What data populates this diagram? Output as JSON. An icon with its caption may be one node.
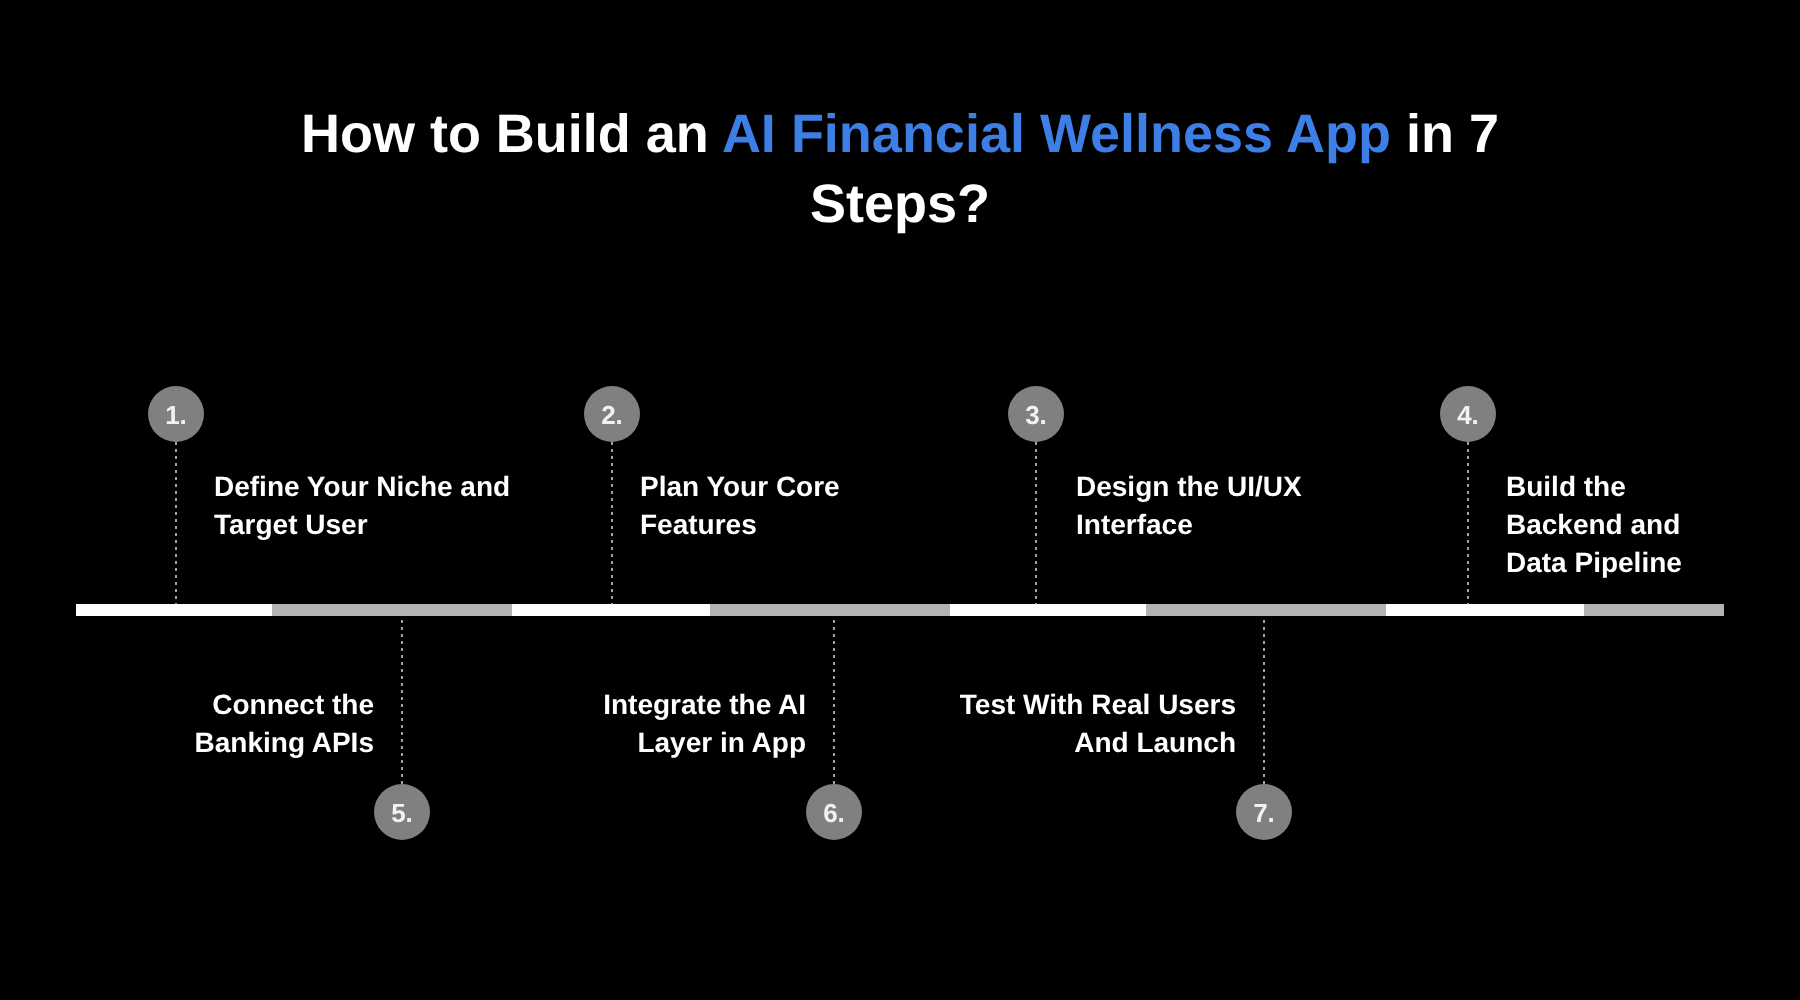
{
  "diagram": {
    "title": "How to Build an **AI Financial Wellness App** in 7 Steps?",
    "nodes": [
      {
        "text": [
          "1."
        ],
        "beside": [
          "Define Your Niche and Target User"
        ]
      },
      {
        "text": [
          "2."
        ],
        "beside": [
          "Plan Your Core Features"
        ]
      },
      {
        "text": [
          "3."
        ],
        "beside": [
          "Design the UI/UX Interface"
        ]
      },
      {
        "text": [
          "4."
        ],
        "beside": [
          "Build the Backend and Data Pipeline"
        ]
      },
      {
        "text": [],
        "shape": "bar"
      },
      {
        "text": [
          "5."
        ],
        "beside": [
          "Connect the Banking APIs"
        ]
      },
      {
        "text": [
          "6."
        ],
        "beside": [
          "Integrate the AI Layer in App"
        ]
      },
      {
        "text": [
          "7."
        ],
        "beside": [
          "Test With Real Users And Launch"
        ]
      }
    ],
    "edges": [
      {
        "from": 0,
        "to": 4,
        "arrow": "none",
        "style": "dashed"
      },
      {
        "from": 1,
        "to": 4,
        "arrow": "none",
        "style": "dashed"
      },
      {
        "from": 2,
        "to": 4,
        "arrow": "none",
        "style": "dashed"
      },
      {
        "from": 3,
        "to": 4,
        "arrow": "none",
        "style": "dashed"
      },
      {
        "from": 5,
        "to": 4,
        "arrow": "none",
        "style": "dashed"
      },
      {
        "from": 6,
        "to": 4,
        "arrow": "none",
        "style": "dashed"
      },
      {
        "from": 7,
        "to": 4,
        "arrow": "none",
        "style": "dashed"
      }
    ]
  }
}
